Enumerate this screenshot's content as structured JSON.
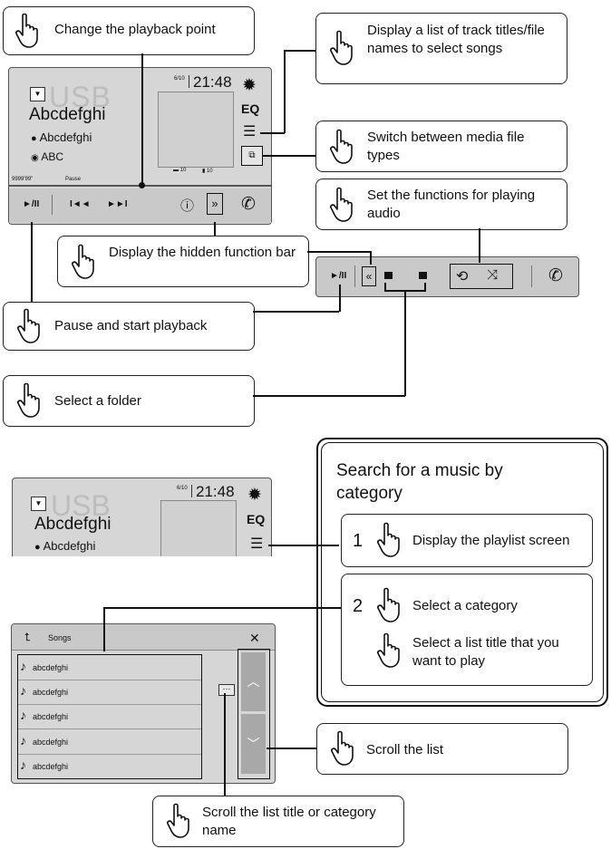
{
  "callouts": {
    "change_playback": "Change the playback point",
    "display_track_list": "Display a list of track titles/file names to select songs",
    "switch_media": "Switch between media file types",
    "set_functions": "Set the functions for playing audio",
    "hidden_bar": "Display the hidden function bar",
    "pause_start": "Pause and start playback",
    "select_folder": "Select a folder",
    "scroll_list": "Scroll the list",
    "scroll_title": "Scroll the list title or category name"
  },
  "search_box": {
    "title": "Search for a music by category",
    "step1_num": "1",
    "step1_text": "Display the playlist screen",
    "step2_num": "2",
    "step2_text_a": "Select a category",
    "step2_text_b": "Select a list title that you want to play"
  },
  "player": {
    "source_watermark": "USB",
    "track_title": "Abcdefghi",
    "artist": "Abcdefghi",
    "album": "ABC",
    "track_count": "6/10",
    "clock": "21:48",
    "eq_label": "EQ",
    "folder_count": "10",
    "file_count": "10",
    "elapsed": "9999'99\"",
    "status": "Pause",
    "play_pause_label": "►/II",
    "prev_label": "I◄◄",
    "next_label": "►►I",
    "info_label": "ⓘ",
    "more_label": "»",
    "less_label": "«",
    "dropdown_glyph": "▼"
  },
  "songs_list": {
    "header": "Songs",
    "back_glyph": "⮤",
    "close_glyph": "✕",
    "items": [
      "abcdefghi",
      "abcdefghi",
      "abcdefghi",
      "abcdefghi",
      "abcdefghi"
    ],
    "note_glyph": "♪",
    "more_glyph": "⋯",
    "up_glyph": "︿",
    "down_glyph": "﹀"
  },
  "colors": {
    "screen_bg": "#d6d6d6",
    "bar_bg": "#c9c9c9",
    "line": "#111111"
  }
}
